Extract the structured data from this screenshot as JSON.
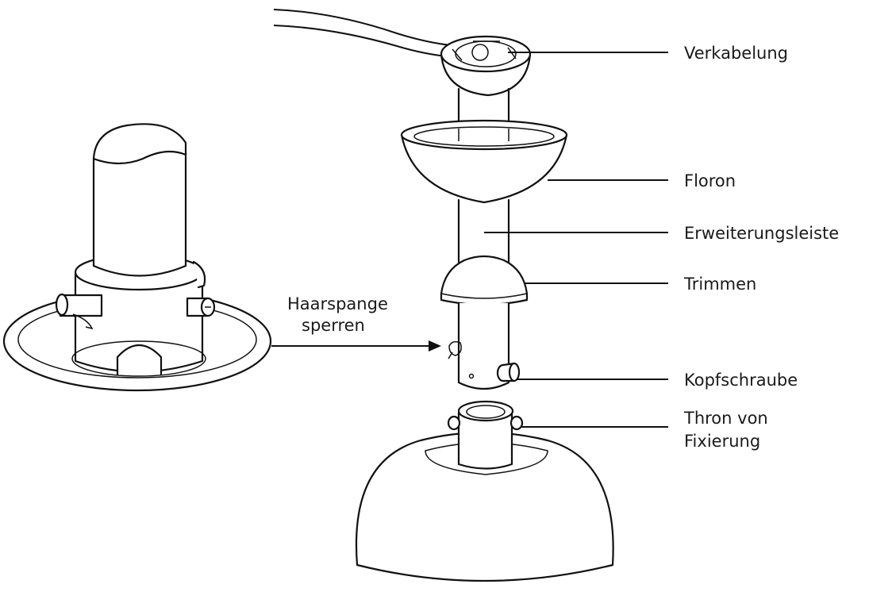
{
  "labels": {
    "wiring": "Verkabelung",
    "canopy": "Floron",
    "extension_rod": "Erweiterungsleiste",
    "trim": "Trimmen",
    "lock_clip_line1": "Haarspange",
    "lock_clip_line2": "sperren",
    "head_screw": "Kopfschraube",
    "mount_line1": "Thron von",
    "mount_line2": "Fixierung"
  }
}
